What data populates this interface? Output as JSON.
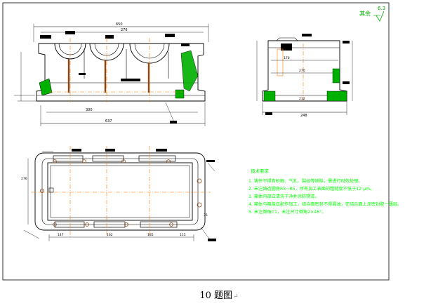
{
  "caption": {
    "text": "10 题图",
    "return_mark": "↵"
  },
  "roughness": {
    "label": "其余",
    "value": "6.3"
  },
  "notes": {
    "title": "技术要求",
    "items": [
      "1. 铸件不得有砂眼、气孔、裂纹等缺陷，需进行时效处理。",
      "2. 未注铸造圆角R3~R5，所有加工表面的粗糙度不低于12 μm。",
      "3. 箱体内部应清洗干净并涂防锈漆。",
      "4. 箱体与箱盖应配作加工，结合面密封不得漏油，在结合面上涂密封胶一薄层。",
      "5. 未注倒角C1，未注尺寸倒角2×45°。"
    ]
  },
  "dims": {
    "front_total": "650",
    "front_mid": "276",
    "front_span": "300",
    "front_bottom": "637",
    "side_width": "248",
    "side_height": "270",
    "side_inner": "212",
    "side_top": "170",
    "plan_height": "276",
    "plan_bottom_a": "147",
    "plan_bottom_b": "162",
    "plan_bottom_c": "185",
    "plan_bottom_d": "115",
    "plan_side": "35"
  }
}
